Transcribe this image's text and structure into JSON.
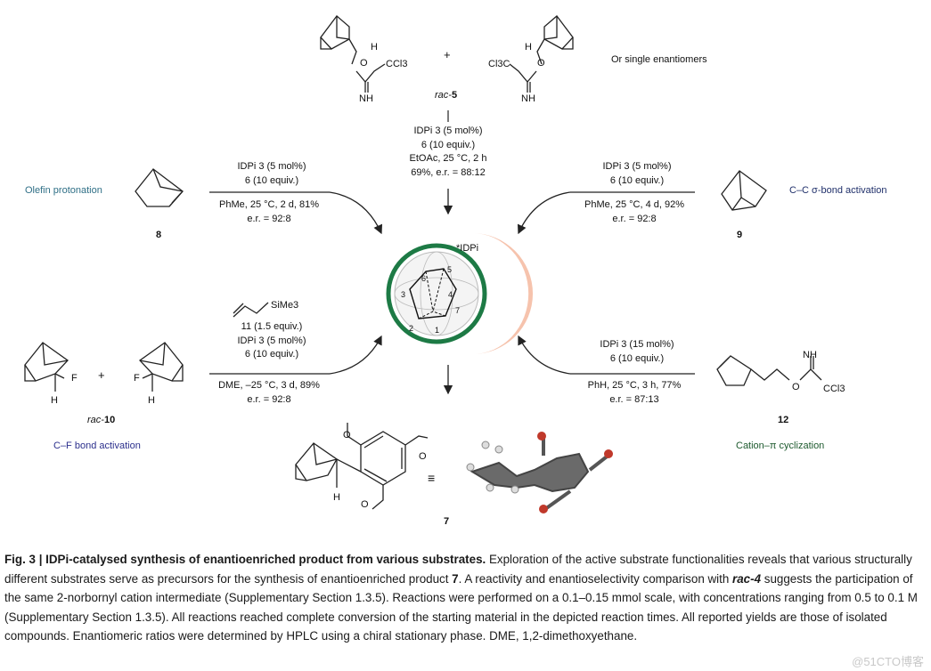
{
  "figure": {
    "rac5_label_prefix": "rac-",
    "rac5_label_num": "5",
    "single_enantiomers": "Or single enantiomers",
    "plus": "+",
    "top_conditions": [
      "IDPi 3 (5 mol%)",
      "6 (10 equiv.)",
      "EtOAc, 25 °C, 2 h",
      "69%, e.r. = 88:12"
    ],
    "olefin_title": "Olefin protonation",
    "olefin_compound": "8",
    "olefin_cond_above": [
      "IDPi 3 (5 mol%)",
      "6 (10 equiv.)"
    ],
    "olefin_cond_below": [
      "PhMe, 25 °C,  2 d, 81%",
      "e.r. = 92:8"
    ],
    "cc_title": "C–C σ-bond activation",
    "cc_compound": "9",
    "cc_cond_above": [
      "IDPi 3 (5 mol%)",
      "6 (10 equiv.)"
    ],
    "cc_cond_below": [
      "PhMe, 25 °C,  4 d, 92%",
      "e.r. = 92:8"
    ],
    "cf_title": "C–F bond activation",
    "cf_compound_prefix": "rac-",
    "cf_compound_num": "10",
    "cf_reagent": "SiMe3",
    "cf_cond_above": [
      "11 (1.5 equiv.)",
      "IDPi 3 (5 mol%)",
      "6 (10 equiv.)"
    ],
    "cf_cond_below": [
      "DME, –25 °C,  3 d, 89%",
      "e.r. = 92:8"
    ],
    "cation_title": "Cation–π cyclization",
    "cation_compound": "12",
    "cation_cond_above": [
      "IDPi 3 (15 mol%)",
      "6 (10 equiv.)"
    ],
    "cation_cond_below": [
      "PhH, 25 °C,  3 h, 77%",
      "e.r. = 87:13"
    ],
    "catalyst_label": "*IDPi",
    "product_compound": "7",
    "equiv_sign": "≡",
    "atom_labels": {
      "F": "F",
      "H": "H",
      "NH": "NH",
      "CCl3": "CCl3",
      "Cl3C": "Cl3C",
      "O": "O"
    },
    "cation_numbers": [
      "1",
      "2",
      "3",
      "4",
      "5",
      "6",
      "7"
    ],
    "colors": {
      "teal": "#2f6f86",
      "navy": "#1f2f6a",
      "indigo": "#2b2f8c",
      "green": "#1d7a45",
      "peach": "#f6c3ad"
    }
  },
  "caption": {
    "fig_label": "Fig. 3 | IDPi-catalysed synthesis of enantioenriched product from various substrates.",
    "text_1": " Exploration of the active substrate functionalities reveals that various structurally different substrates serve as precursors for the synthesis of enantioenriched product ",
    "product_ref": "7",
    "text_2": ". A reactivity and enantioselectivity comparison with ",
    "rac4_ref": "rac-4",
    "text_3": " suggests the participation of the same 2-norbornyl cation intermediate (Supplementary Section 1.3.5). Reactions were performed on a 0.1–0.15 mmol scale, with concentrations ranging from 0.5 to 0.1 M (Supplementary Section 1.3.5). All reactions reached complete conversion of the starting material in the depicted reaction times. All reported yields are those of isolated compounds. Enantiomeric ratios were determined by HPLC using a chiral stationary phase. DME, 1,2-dimethoxyethane."
  },
  "watermark": "@51CTO博客"
}
